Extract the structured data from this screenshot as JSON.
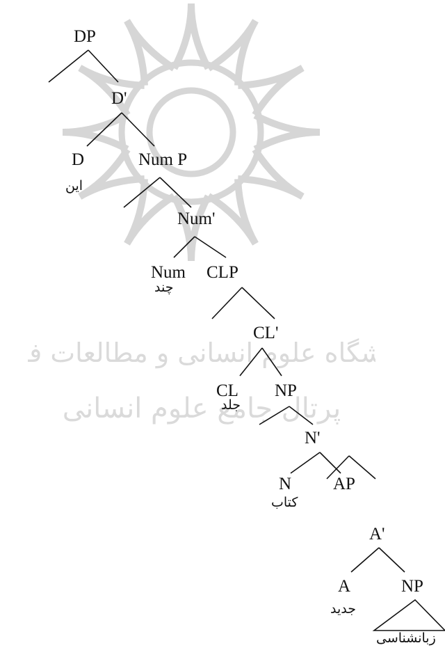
{
  "tree": {
    "labels": {
      "dp": "DP",
      "d_bar": "D'",
      "d": "D",
      "num_p": "Num P",
      "num_bar": "Num'",
      "num": "Num",
      "clp": "CLP",
      "cl_bar": "CL'",
      "cl": "CL",
      "np": "NP",
      "n_bar": "N'",
      "n": "N",
      "ap": "AP",
      "a_bar": "A'",
      "a": "A",
      "np2": "NP"
    },
    "words": {
      "d": "این",
      "num": "چند",
      "cl": "جلد",
      "n": "کتاب",
      "a": "جدید",
      "np2": "زبانشناسی"
    }
  },
  "watermark": {
    "line1": "پژوهشگاه علوم انسانی و مطالعات فرهنگی",
    "line2": "پرتال جامع علوم انسانی",
    "color": "#d6d6d6"
  }
}
